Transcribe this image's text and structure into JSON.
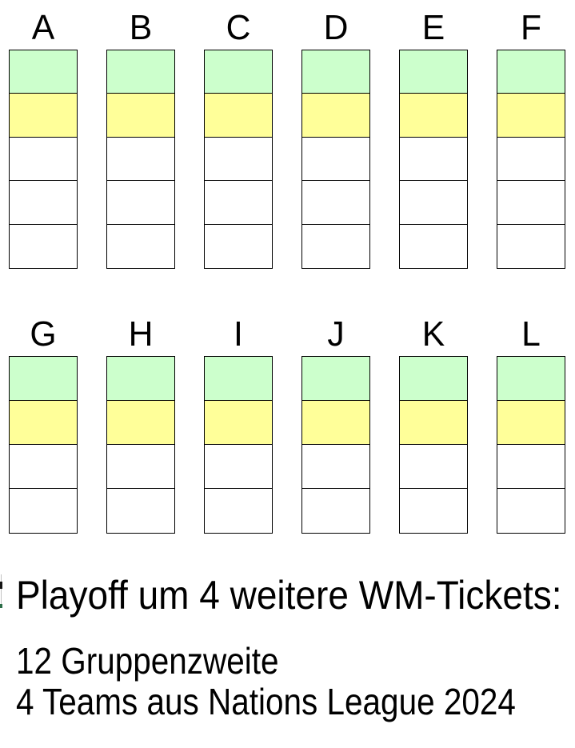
{
  "groups": {
    "row1": [
      {
        "label": "A",
        "slots": [
          "winner",
          "runner_up",
          "empty",
          "empty",
          "empty"
        ]
      },
      {
        "label": "B",
        "slots": [
          "winner",
          "runner_up",
          "empty",
          "empty",
          "empty"
        ]
      },
      {
        "label": "C",
        "slots": [
          "winner",
          "runner_up",
          "empty",
          "empty",
          "empty"
        ]
      },
      {
        "label": "D",
        "slots": [
          "winner",
          "runner_up",
          "empty",
          "empty",
          "empty"
        ]
      },
      {
        "label": "E",
        "slots": [
          "winner",
          "runner_up",
          "empty",
          "empty",
          "empty"
        ]
      },
      {
        "label": "F",
        "slots": [
          "winner",
          "runner_up",
          "empty",
          "empty",
          "empty"
        ]
      }
    ],
    "row2": [
      {
        "label": "G",
        "slots": [
          "winner",
          "runner_up",
          "empty",
          "empty"
        ]
      },
      {
        "label": "H",
        "slots": [
          "winner",
          "runner_up",
          "empty",
          "empty"
        ]
      },
      {
        "label": "I",
        "slots": [
          "winner",
          "runner_up",
          "empty",
          "empty"
        ]
      },
      {
        "label": "J",
        "slots": [
          "winner",
          "runner_up",
          "empty",
          "empty"
        ]
      },
      {
        "label": "K",
        "slots": [
          "winner",
          "runner_up",
          "empty",
          "empty"
        ]
      },
      {
        "label": "L",
        "slots": [
          "winner",
          "runner_up",
          "empty",
          "empty"
        ]
      }
    ]
  },
  "slot_colors": {
    "winner": "#CCFFCC",
    "runner_up": "#FFFF99",
    "empty": "#FFFFFF"
  },
  "border_color": "#000000",
  "footer": {
    "title": "Playoff um 4 weitere WM-Tickets:",
    "lines": [
      "12 Gruppenzweite",
      "4 Teams aus Nations League 2024"
    ]
  }
}
